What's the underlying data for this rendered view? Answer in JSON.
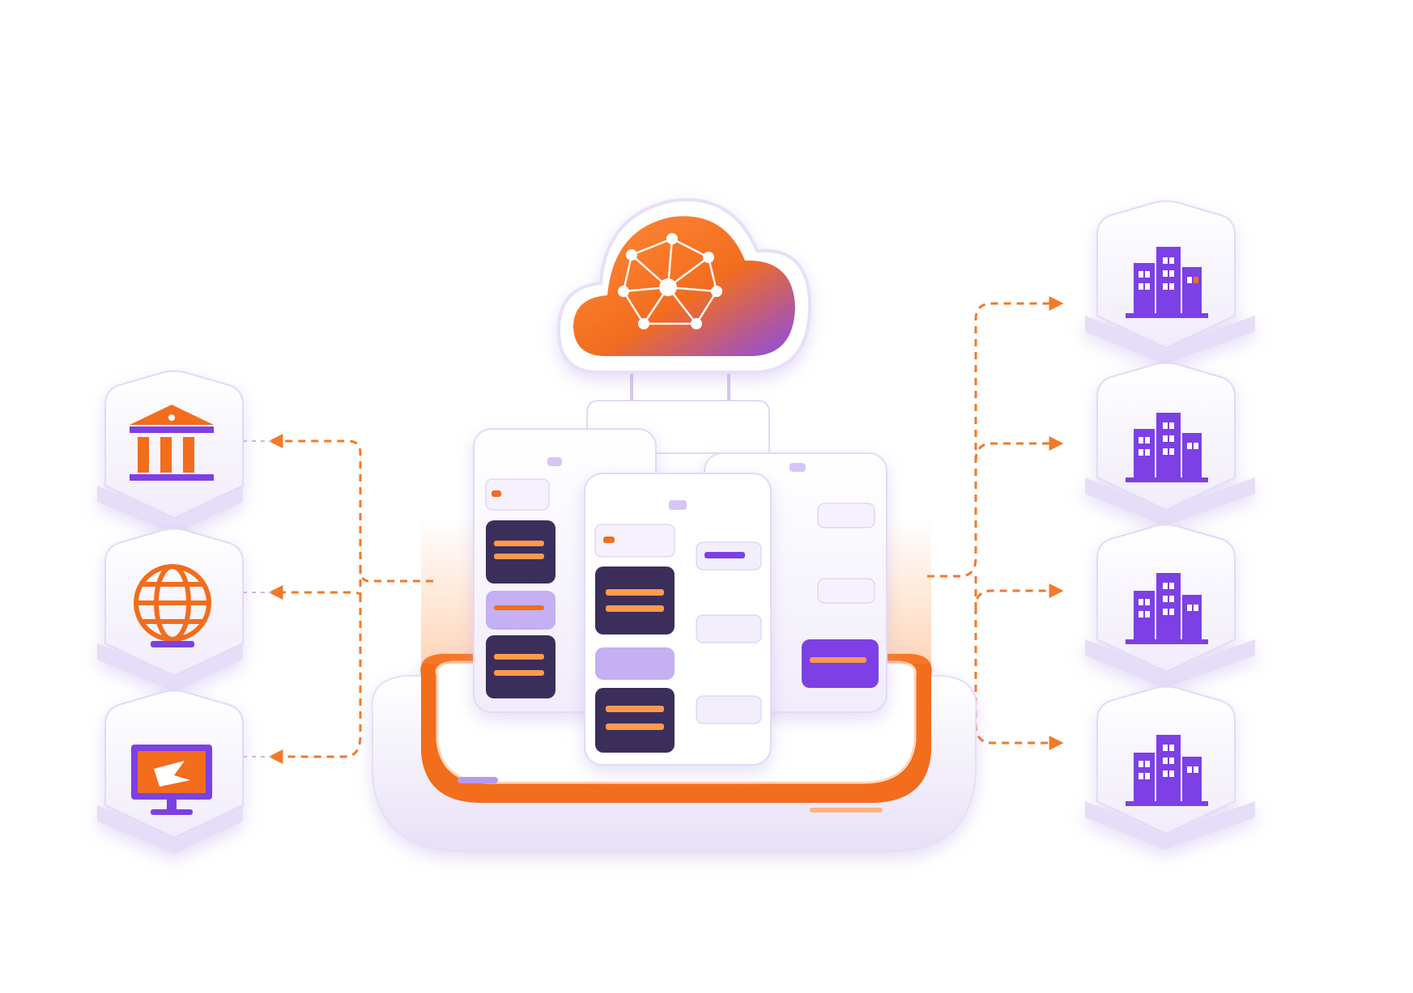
{
  "colors": {
    "orange": "#f26d1f",
    "orange_light": "#ff9a4d",
    "purple": "#7b3fe4",
    "purple_light": "#c9b4f5",
    "card_white": "#ffffff",
    "card_shadow": "#d9cdf3",
    "line": "#f07a2a"
  },
  "diagram": {
    "center": {
      "hub": "cloud-network-icon",
      "core": "server-stack"
    },
    "left_nodes": [
      {
        "id": "bank",
        "icon": "bank-icon"
      },
      {
        "id": "globe",
        "icon": "globe-icon"
      },
      {
        "id": "monitor",
        "icon": "monitor-icon"
      }
    ],
    "right_nodes": [
      {
        "id": "building-1",
        "icon": "building-icon"
      },
      {
        "id": "building-2",
        "icon": "building-icon"
      },
      {
        "id": "building-3",
        "icon": "building-icon"
      },
      {
        "id": "building-4",
        "icon": "building-icon"
      }
    ]
  }
}
